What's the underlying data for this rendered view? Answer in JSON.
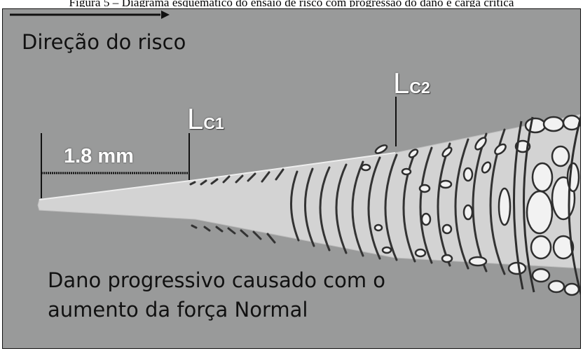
{
  "caption": "Figura 5 – Diagrama esquemático do ensaio de risco com progressão do dano e carga crítica",
  "labels": {
    "direction": "Direção do risco",
    "scale": "1.8 mm",
    "lc1_main": "L",
    "lc1_sub": "C1",
    "lc2_main": "L",
    "lc2_sub": "C2",
    "description_line1": "Dano progressivo causado com o",
    "description_line2": "aumento da força Normal"
  },
  "colors": {
    "background": "#999a9a",
    "track": "#d2d2d2",
    "damage": "#2e2e2e",
    "flake": "#f2f2f2"
  }
}
